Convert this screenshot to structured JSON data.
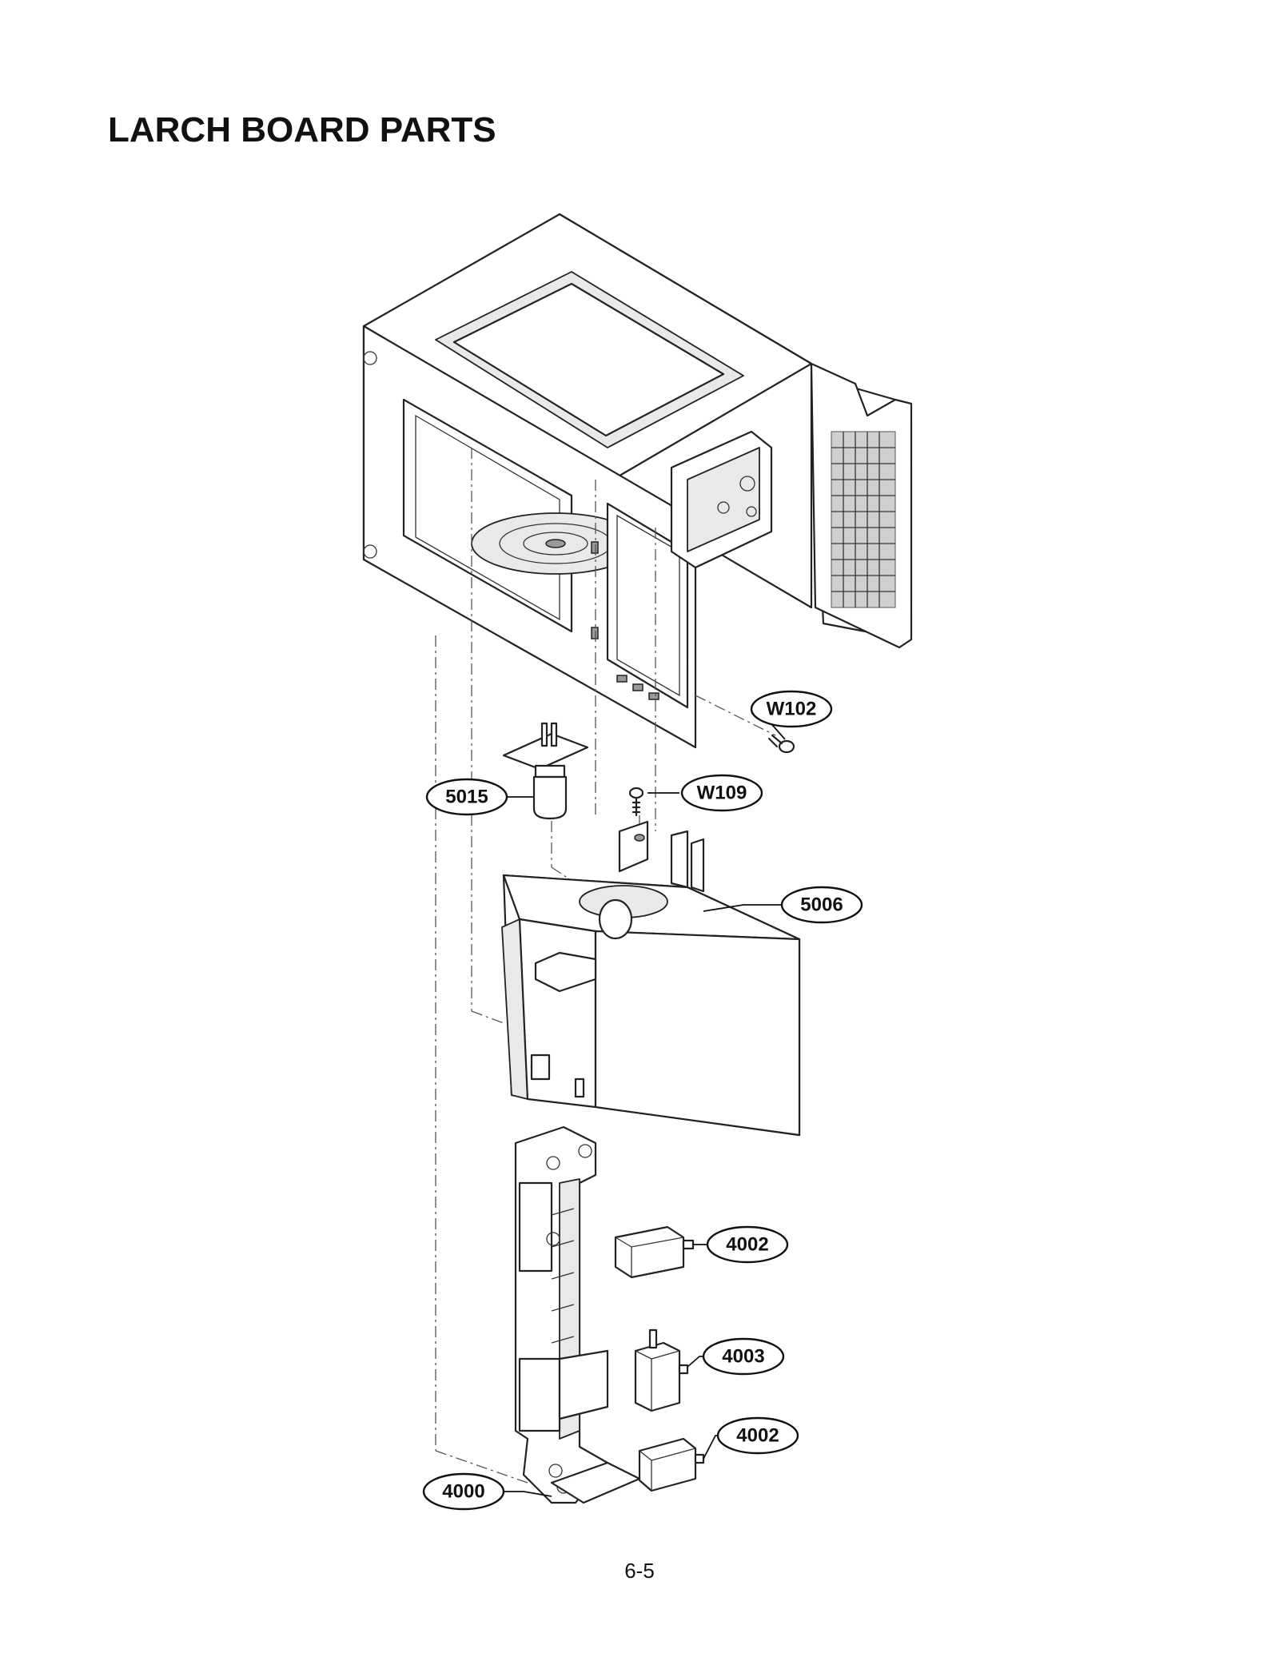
{
  "title": "LARCH BOARD PARTS",
  "page_number": "6-5",
  "callouts": [
    {
      "id": "W102",
      "label": "W102"
    },
    {
      "id": "5015",
      "label": "5015"
    },
    {
      "id": "W109",
      "label": "W109"
    },
    {
      "id": "5006",
      "label": "5006"
    },
    {
      "id": "4002a",
      "label": "4002"
    },
    {
      "id": "4003",
      "label": "4003"
    },
    {
      "id": "4002b",
      "label": "4002"
    },
    {
      "id": "4000",
      "label": "4000"
    }
  ]
}
